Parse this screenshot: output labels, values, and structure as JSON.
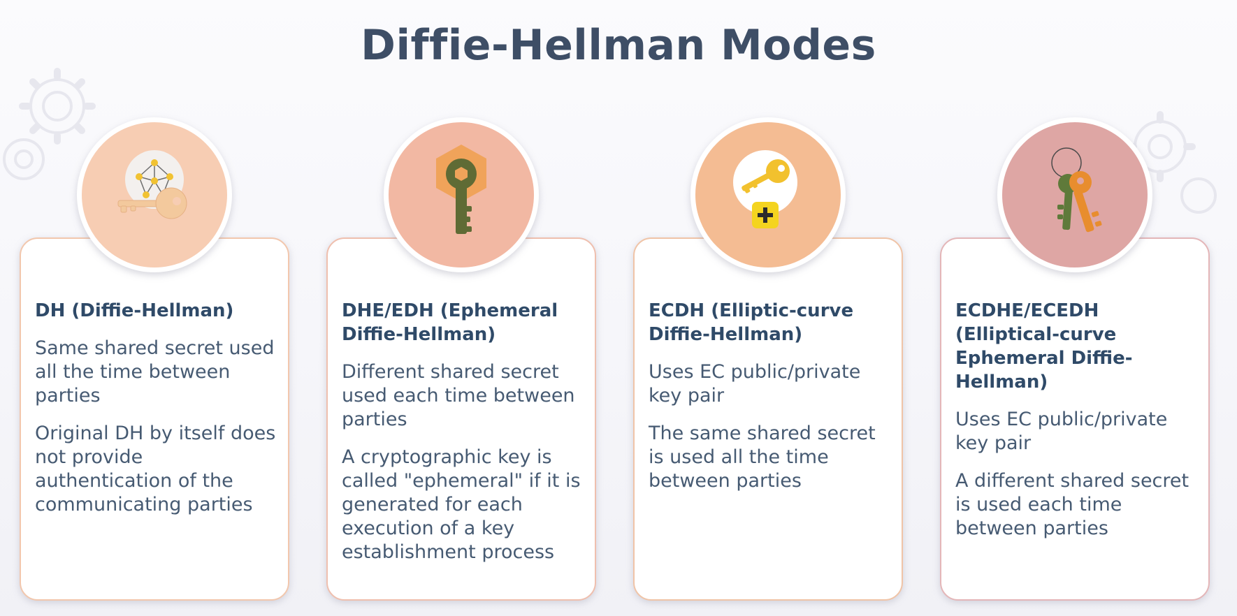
{
  "slide": {
    "title": "Diffie-Hellman Modes"
  },
  "cards": [
    {
      "heading": "DH (Diffie-Hellman)",
      "p1": "Same shared secret used all the time between parties",
      "p2": "Original DH by itself does not provide authentication of the communicating parties",
      "icon": "network-key-icon",
      "border_color": "#f2c7ad",
      "circle_color": "#f7cdb3"
    },
    {
      "heading": "DHE/EDH (Ephemeral Diffie-Hellman)",
      "p1": "Different shared secret used each time between parties",
      "p2": "A cryptographic key is called \"ephemeral\" if it is generated for each execution of a key establishment process",
      "icon": "hexagon-key-icon",
      "border_color": "#efbfae",
      "circle_color": "#f2b8a3"
    },
    {
      "heading": "ECDH (Elliptic-curve Diffie-Hellman)",
      "p1": "Uses EC public/private key pair",
      "p2": "The same shared secret is used all the time between parties",
      "icon": "key-plus-icon",
      "border_color": "#f0c4a7",
      "circle_color": "#f4bc93"
    },
    {
      "heading": "ECDHE/ECEDH (Elliptical-curve Ephemeral Diffie-Hellman)",
      "p1": "Uses EC public/private key pair",
      "p2": "A different shared secret is used each time between parties",
      "icon": "key-ring-icon",
      "border_color": "#e4b6b8",
      "circle_color": "#dea6a4"
    }
  ]
}
